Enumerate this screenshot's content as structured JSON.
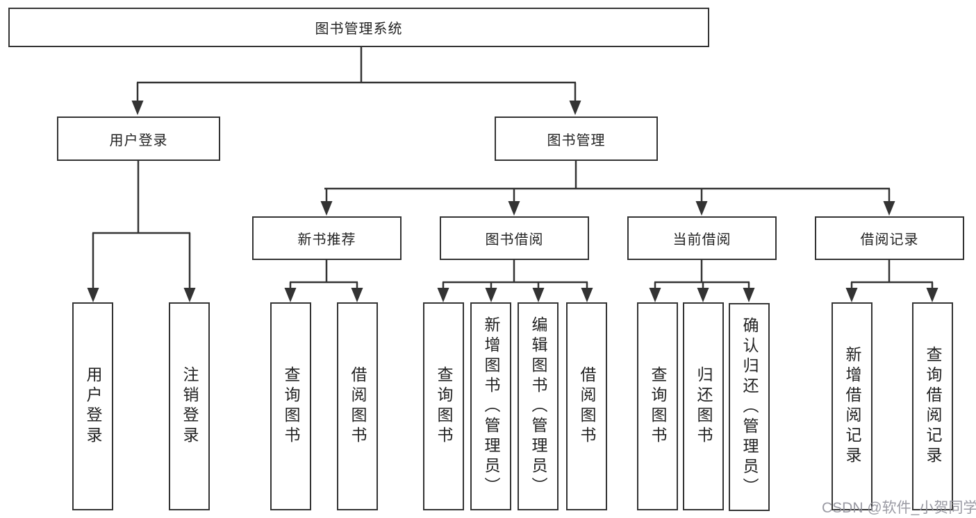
{
  "tree": {
    "label": "图书管理系统",
    "children": [
      {
        "label": "用户登录",
        "children": [
          {
            "label": "用户登录"
          },
          {
            "label": "注销登录"
          }
        ]
      },
      {
        "label": "图书管理",
        "children": [
          {
            "label": "新书推荐",
            "children": [
              {
                "label": "查询图书"
              },
              {
                "label": "借阅图书"
              }
            ]
          },
          {
            "label": "图书借阅",
            "children": [
              {
                "label": "查询图书"
              },
              {
                "label": "新增图书（管理员）"
              },
              {
                "label": "编辑图书（管理员）"
              },
              {
                "label": "借阅图书"
              }
            ]
          },
          {
            "label": "当前借阅",
            "children": [
              {
                "label": "查询图书"
              },
              {
                "label": "归还图书"
              },
              {
                "label": "确认归还（管理员）"
              }
            ]
          },
          {
            "label": "借阅记录",
            "children": [
              {
                "label": "新增借阅记录"
              },
              {
                "label": "查询借阅记录"
              }
            ]
          }
        ]
      }
    ]
  },
  "watermark": "CSDN @软件_小贺同学",
  "colors": {
    "line": "#333333",
    "text": "#222222",
    "background": "#ffffff",
    "watermark": "#90909a"
  }
}
